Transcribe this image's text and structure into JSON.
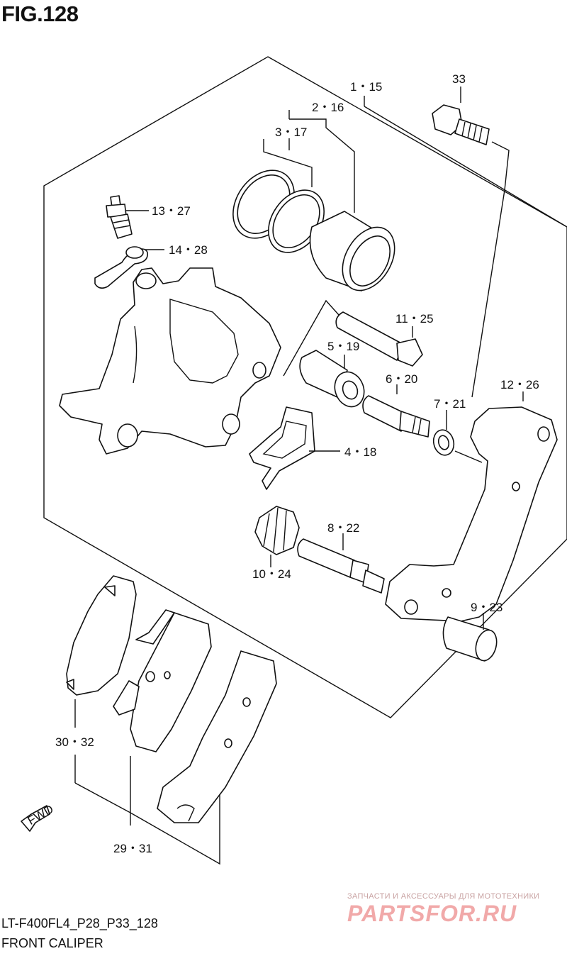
{
  "figure": {
    "title": "FIG.128"
  },
  "footer": {
    "model_code": "LT-F400FL4_P28_P33_128",
    "caption": "FRONT CALIPER"
  },
  "watermark": {
    "tagline": "ЗАПЧАСТИ И АКСЕССУАРЫ ДЛЯ МОТОТЕХНИКИ",
    "brand": "PARTSFOR.RU"
  },
  "fwd_arrow": {
    "label": "FWD"
  },
  "callouts": [
    {
      "id": "part-1-15",
      "text": "1・15"
    },
    {
      "id": "part-2-16",
      "text": "2・16"
    },
    {
      "id": "part-3-17",
      "text": "3・17"
    },
    {
      "id": "part-33",
      "text": "33"
    },
    {
      "id": "part-13-27",
      "text": "13・27"
    },
    {
      "id": "part-14-28",
      "text": "14・28"
    },
    {
      "id": "part-11-25",
      "text": "11・25"
    },
    {
      "id": "part-5-19",
      "text": "5・19"
    },
    {
      "id": "part-6-20",
      "text": "6・20"
    },
    {
      "id": "part-12-26",
      "text": "12・26"
    },
    {
      "id": "part-7-21",
      "text": "7・21"
    },
    {
      "id": "part-4-18",
      "text": "4・18"
    },
    {
      "id": "part-8-22",
      "text": "8・22"
    },
    {
      "id": "part-10-24",
      "text": "10・24"
    },
    {
      "id": "part-9-23",
      "text": "9・23"
    },
    {
      "id": "part-30-32",
      "text": "30・32"
    },
    {
      "id": "part-29-31",
      "text": "29・31"
    }
  ]
}
